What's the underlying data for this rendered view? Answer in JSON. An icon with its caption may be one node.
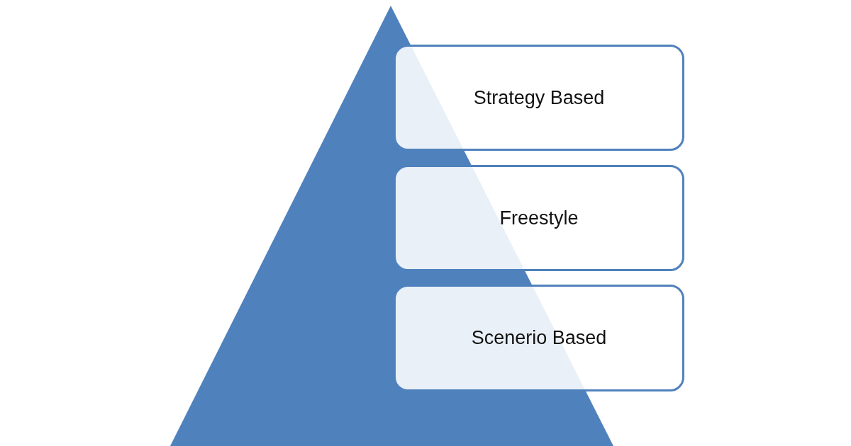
{
  "diagram": {
    "nodes": [
      {
        "text": [],
        "shape": "triangle"
      },
      {
        "text": [
          "Strategy Based"
        ]
      },
      {
        "text": [
          "Freestyle"
        ]
      },
      {
        "text": [
          "Scenerio Based"
        ]
      }
    ],
    "edges": []
  }
}
